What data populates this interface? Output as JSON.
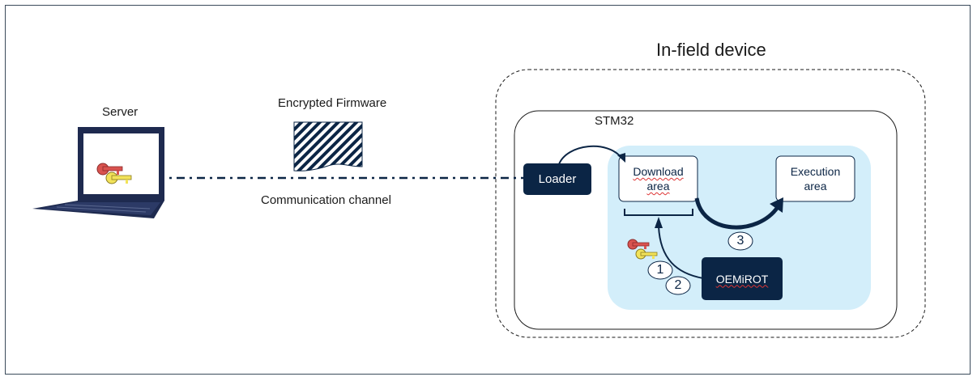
{
  "labels": {
    "server": "Server",
    "encrypted_firmware": "Encrypted Firmware",
    "communication_channel": "Communication channel",
    "in_field_device": "In-field device",
    "stm32": "STM32",
    "loader": "Loader",
    "download_area_line1": "Download",
    "download_area_line2": "area",
    "execution_area_line1": "Execution",
    "execution_area_line2": "area",
    "oemirot": "OEMiROT",
    "step1": "1",
    "step2": "2",
    "step3": "3"
  },
  "icons": {
    "laptop": "laptop-icon",
    "keys": "keys-icon",
    "firmware": "encrypted-firmware-icon"
  },
  "colors": {
    "navy": "#0b2545",
    "light_blue_area": "#d3eefa",
    "border": "#1a1a1a",
    "key_red": "#d9534f",
    "key_yellow": "#f2e35a"
  }
}
